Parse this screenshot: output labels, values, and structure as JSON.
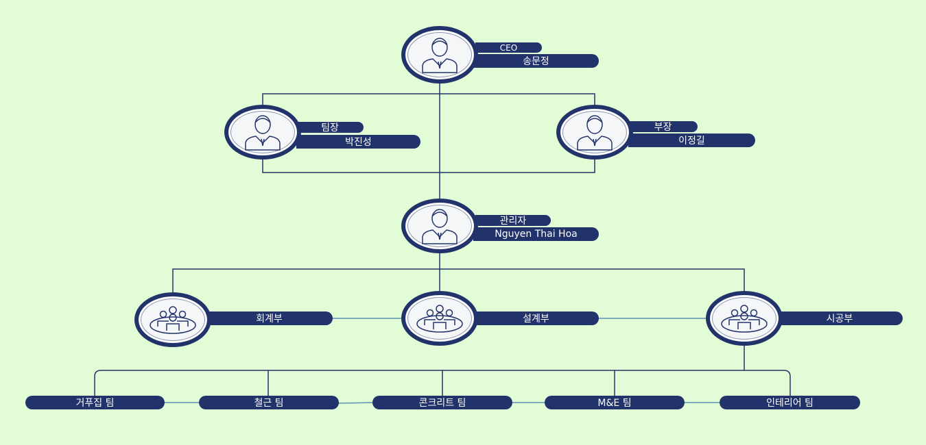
{
  "colors": {
    "background": "#e2fcd6",
    "navy": "#22336b"
  },
  "people": [
    {
      "role": "CEO",
      "name": "송문정",
      "icon": "person-icon"
    },
    {
      "role": "팀장",
      "name": "박진성",
      "icon": "person-icon"
    },
    {
      "role": "부장",
      "name": "이정길",
      "icon": "person-icon"
    },
    {
      "role": "관리자",
      "name": "Nguyen Thai Hoa",
      "icon": "person-icon"
    }
  ],
  "departments": [
    {
      "name": "회계부",
      "icon": "group-icon"
    },
    {
      "name": "설계부",
      "icon": "group-icon"
    },
    {
      "name": "시공부",
      "icon": "group-icon"
    }
  ],
  "teams": [
    "거푸집 팀",
    "철근 팀",
    "콘크리트 팀",
    "M&E 팀",
    "인테리어 팀"
  ]
}
